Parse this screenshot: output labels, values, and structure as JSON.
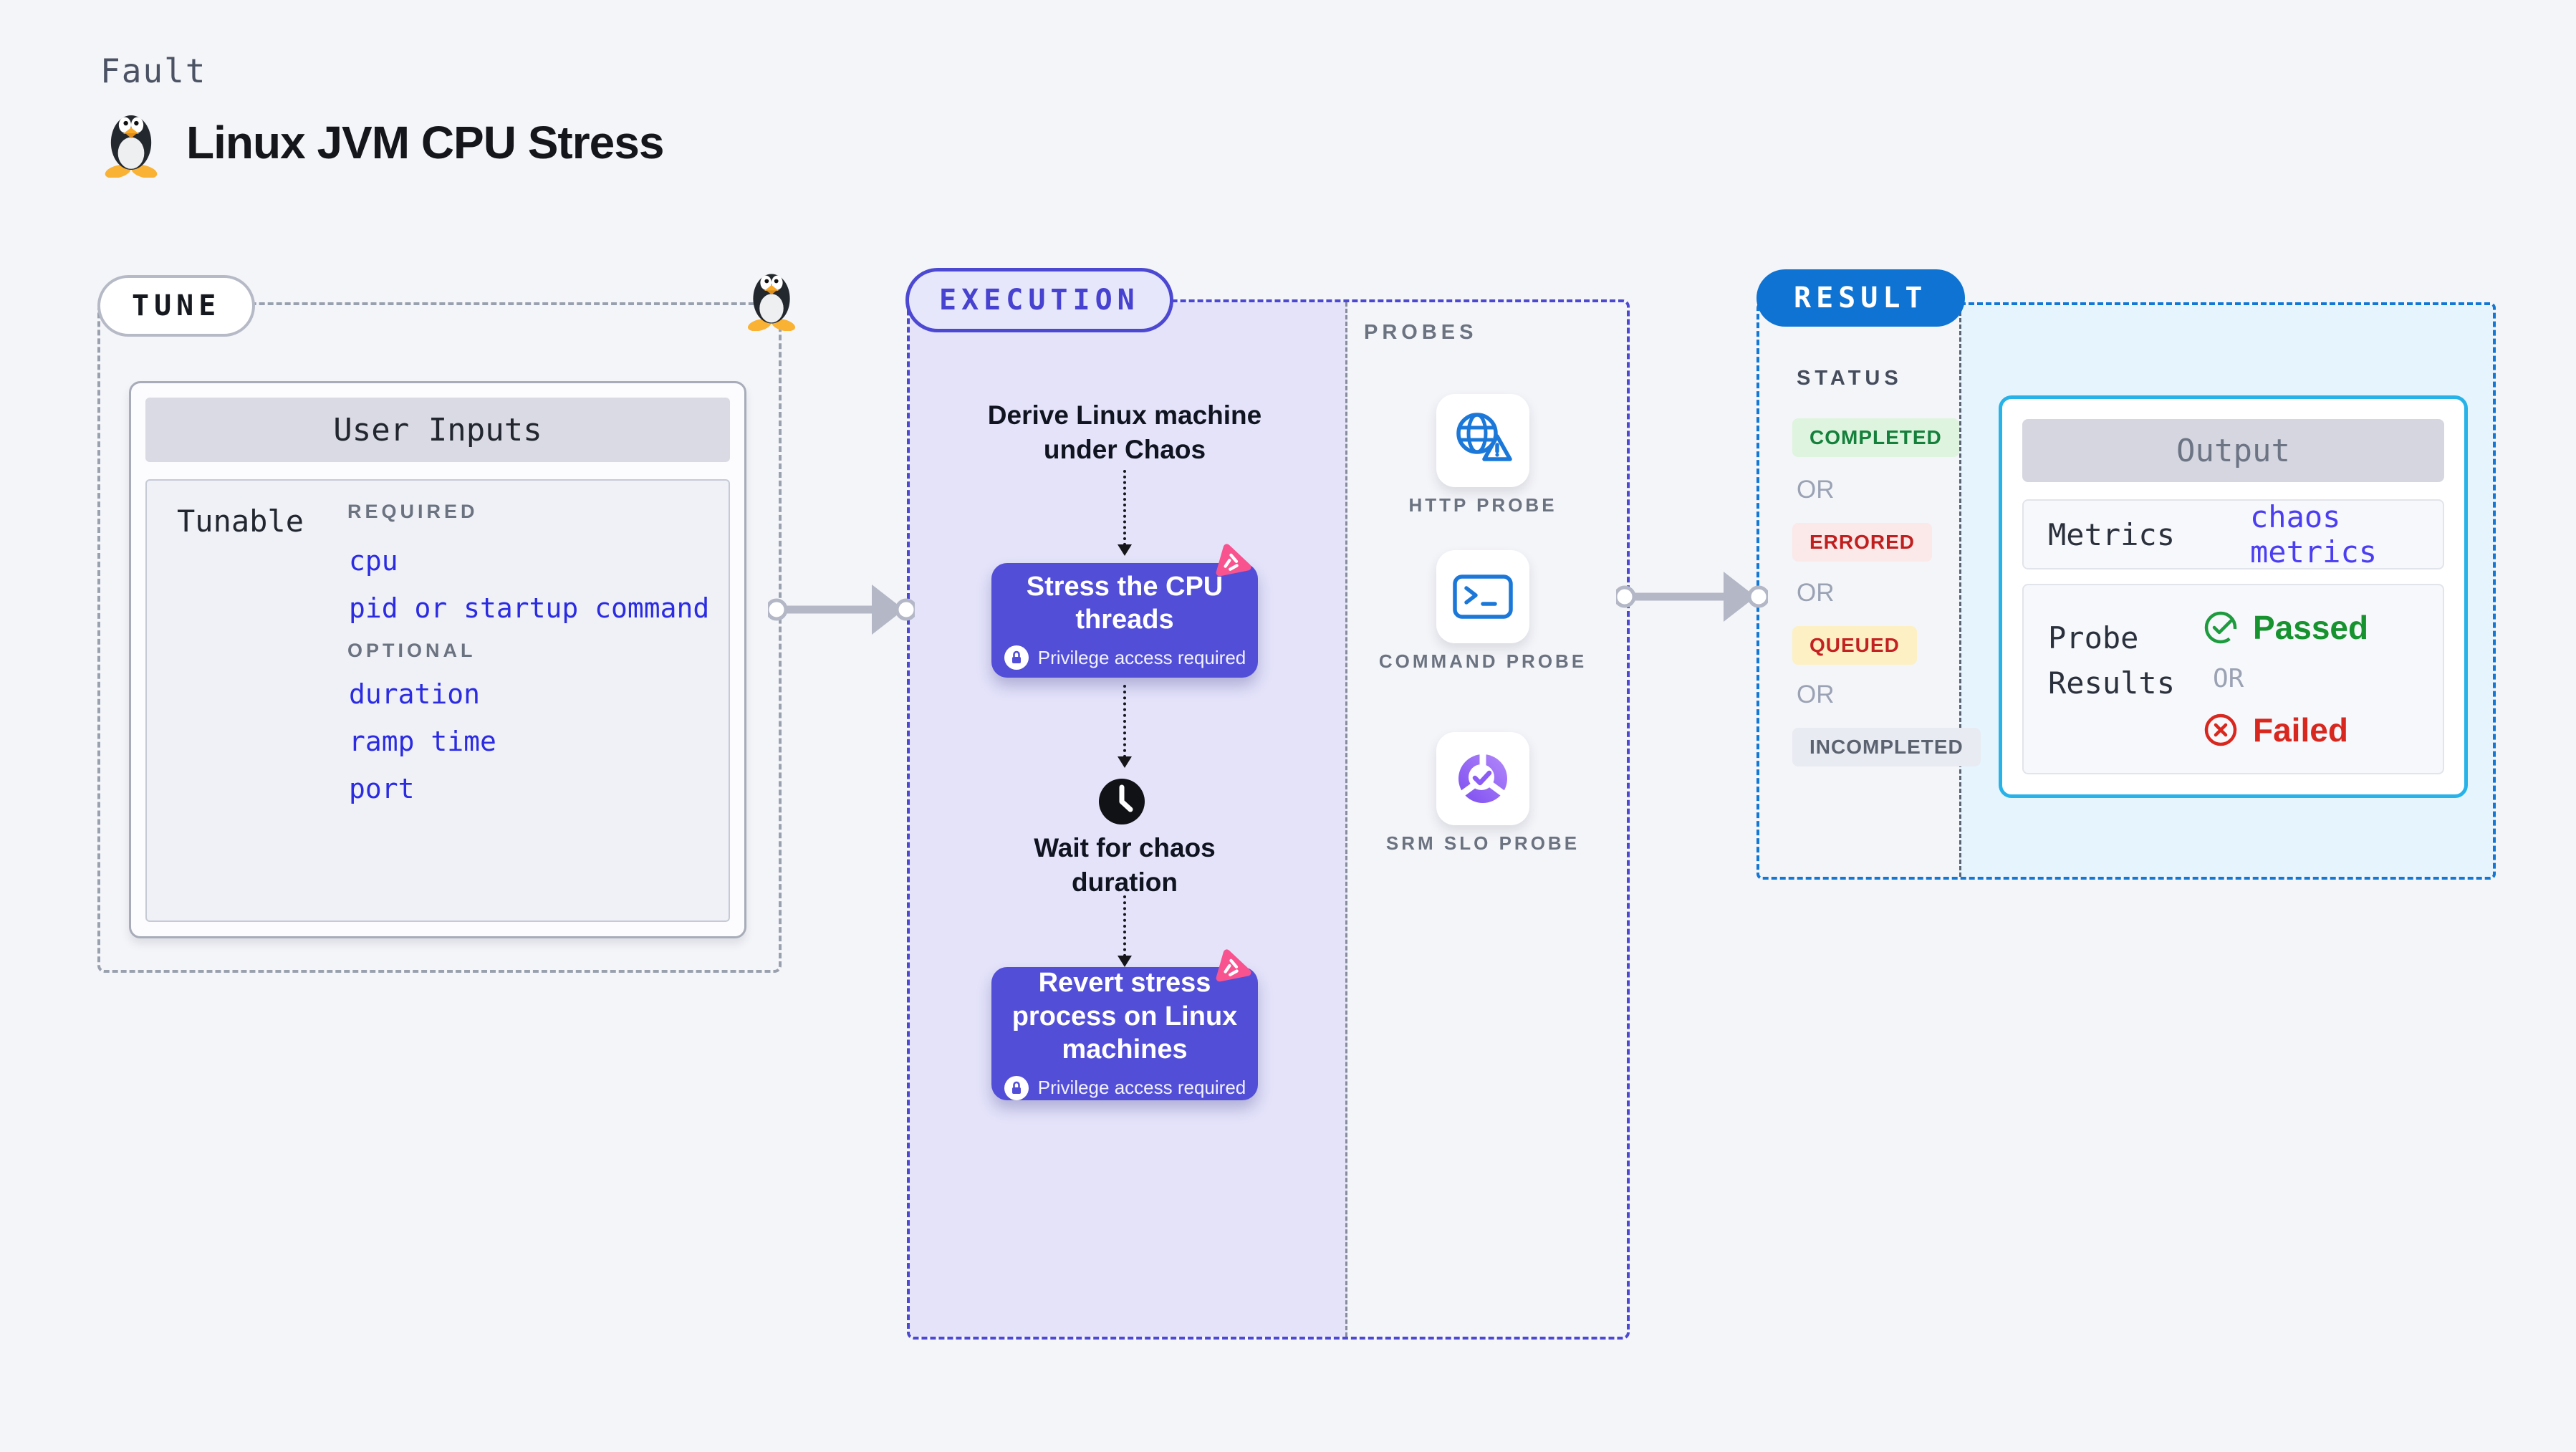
{
  "header": {
    "kicker": "Fault",
    "title": "Linux JVM CPU Stress"
  },
  "tune": {
    "label": "TUNE",
    "card_header": "User Inputs",
    "row_label": "Tunable",
    "required_label": "REQUIRED",
    "required_items": [
      "cpu",
      "pid or startup command"
    ],
    "optional_label": "OPTIONAL",
    "optional_items": [
      "duration",
      "ramp time",
      "port"
    ]
  },
  "execution": {
    "label": "EXECUTION",
    "steps": {
      "derive": "Derive Linux machine under Chaos",
      "stress": "Stress the CPU threads",
      "wait": "Wait for chaos duration",
      "revert": "Revert stress process on Linux machines"
    },
    "privilege_note": "Privilege access required"
  },
  "probes": {
    "label": "PROBES",
    "items": [
      {
        "name": "HTTP PROBE",
        "icon": "globe-warning-icon"
      },
      {
        "name": "COMMAND PROBE",
        "icon": "terminal-icon"
      },
      {
        "name": "SRM SLO PROBE",
        "icon": "slo-donut-icon"
      }
    ]
  },
  "result": {
    "label": "RESULT",
    "status_label": "STATUS",
    "or_label": "OR",
    "statuses": [
      {
        "text": "COMPLETED",
        "fg": "#15803c",
        "bg": "#def4de"
      },
      {
        "text": "ERRORED",
        "fg": "#c01f1f",
        "bg": "#fbe8e8"
      },
      {
        "text": "QUEUED",
        "fg": "#c42222",
        "bg": "#fcf0c4"
      },
      {
        "text": "INCOMPLETED",
        "fg": "#5b6270",
        "bg": "#e9ebf2"
      }
    ],
    "output": {
      "header": "Output",
      "metrics_label": "Metrics",
      "metrics_value": "chaos metrics",
      "probe_results_label": "Probe Results",
      "passed": "Passed",
      "or_label": "OR",
      "failed": "Failed"
    }
  },
  "colors": {
    "page_bg": "#f4f5f9",
    "execution_accent": "#4c48d2",
    "execution_fill": "#e4e3fa",
    "node_purple": "#524ed8",
    "pink_badge": "#f8538f",
    "result_blue": "#0e73d2",
    "result_dash": "#1377d6",
    "result_fill": "#e6f5fd",
    "output_border": "#27b2e8",
    "probe_icon_blue": "#1b78d8",
    "slo_purple": "#8b5cf6",
    "passed_green": "#1d9b3e",
    "failed_red": "#d8271e",
    "tunable_blue": "#2b2ce2"
  }
}
